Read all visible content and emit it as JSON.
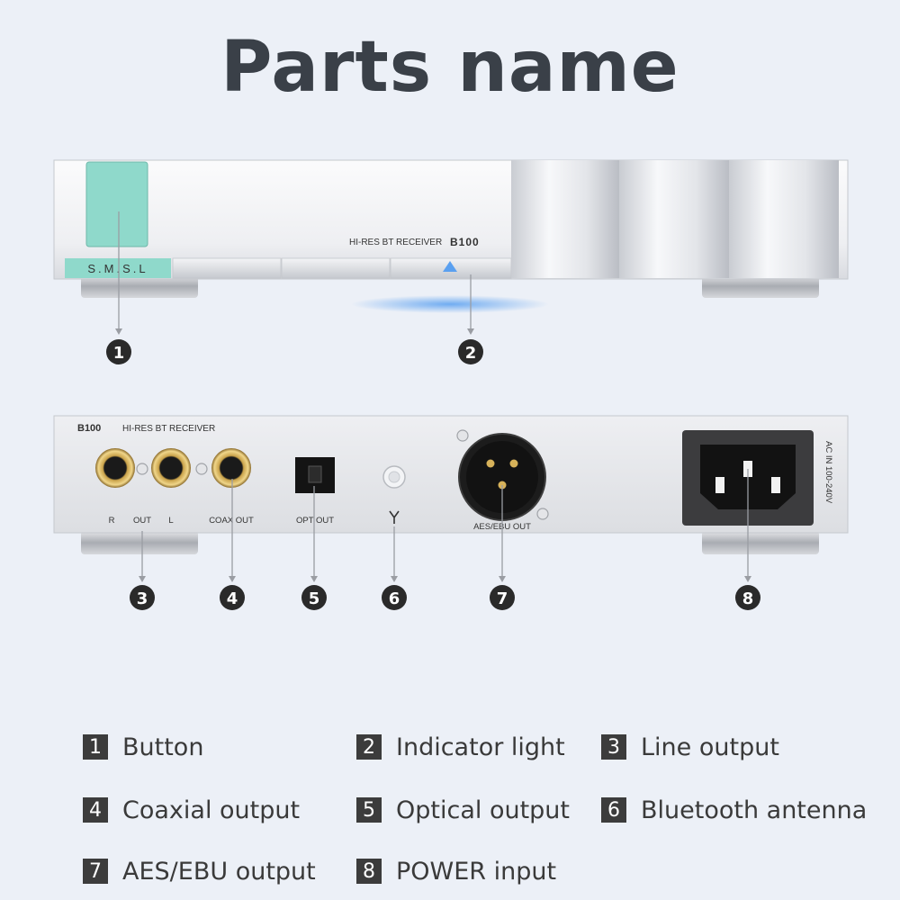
{
  "title": "Parts name",
  "device": {
    "front_label": "HI-RES BT RECEIVER",
    "model": "B100",
    "brand": "S.M.S.L",
    "back_label": "HI-RES BT RECEIVER",
    "r_label": "R",
    "out_label": "OUT",
    "l_label": "L",
    "coax_label": "COAX OUT",
    "opt_label": "OPT OUT",
    "aes_label": "AES/EBU OUT",
    "ac_label": "AC IN 100-240V"
  },
  "markers": [
    "1",
    "2",
    "3",
    "4",
    "5",
    "6",
    "7",
    "8"
  ],
  "legend": [
    {
      "num": "1",
      "label": "Button"
    },
    {
      "num": "2",
      "label": "Indicator light"
    },
    {
      "num": "3",
      "label": "Line output"
    },
    {
      "num": "4",
      "label": "Coaxial output"
    },
    {
      "num": "5",
      "label": "Optical output"
    },
    {
      "num": "6",
      "label": "Bluetooth antenna"
    },
    {
      "num": "7",
      "label": "AES/EBU output"
    },
    {
      "num": "8",
      "label": "POWER input"
    }
  ],
  "colors": {
    "accent": "#8fd9cb",
    "indicator": "#4a90e8",
    "marker": "#2a2a2a"
  }
}
